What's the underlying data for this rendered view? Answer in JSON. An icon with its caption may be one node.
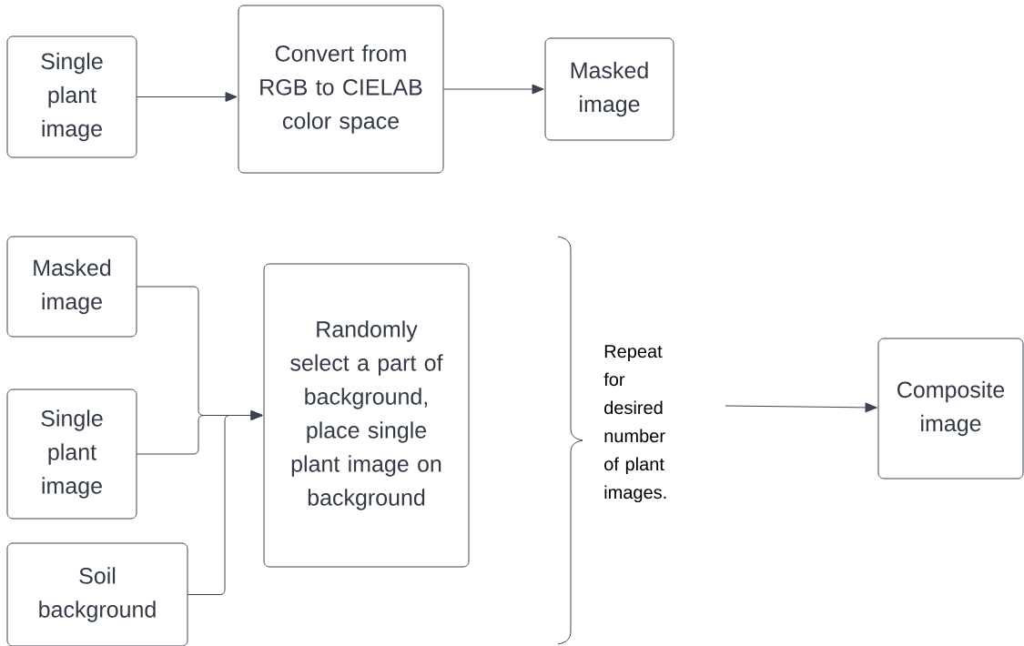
{
  "diagram": {
    "nodes": [
      {
        "text": [
          "Single plant image"
        ]
      },
      {
        "text": [
          "Convert from RGB to CIELAB color space"
        ]
      },
      {
        "text": [
          "Masked image"
        ]
      },
      {
        "text": [
          "Masked image"
        ]
      },
      {
        "text": [
          "Single plant image"
        ]
      },
      {
        "text": [
          "Soil background"
        ]
      },
      {
        "text": [
          "Randomly select a part of background, place single plant image on background"
        ]
      },
      {
        "text": [
          "Composite image"
        ]
      }
    ],
    "edges": [
      {
        "from": 0,
        "to": 1,
        "arrow": "to"
      },
      {
        "from": 1,
        "to": 2,
        "arrow": "to"
      },
      {
        "from": 3,
        "to": 6,
        "arrow": "to"
      },
      {
        "from": 4,
        "to": 6,
        "arrow": "to"
      },
      {
        "from": 5,
        "to": 6,
        "arrow": "to"
      },
      {
        "from": null,
        "to": 7,
        "arrow": "to"
      }
    ],
    "labels": [
      "Repeat for desired number of plant images."
    ]
  }
}
